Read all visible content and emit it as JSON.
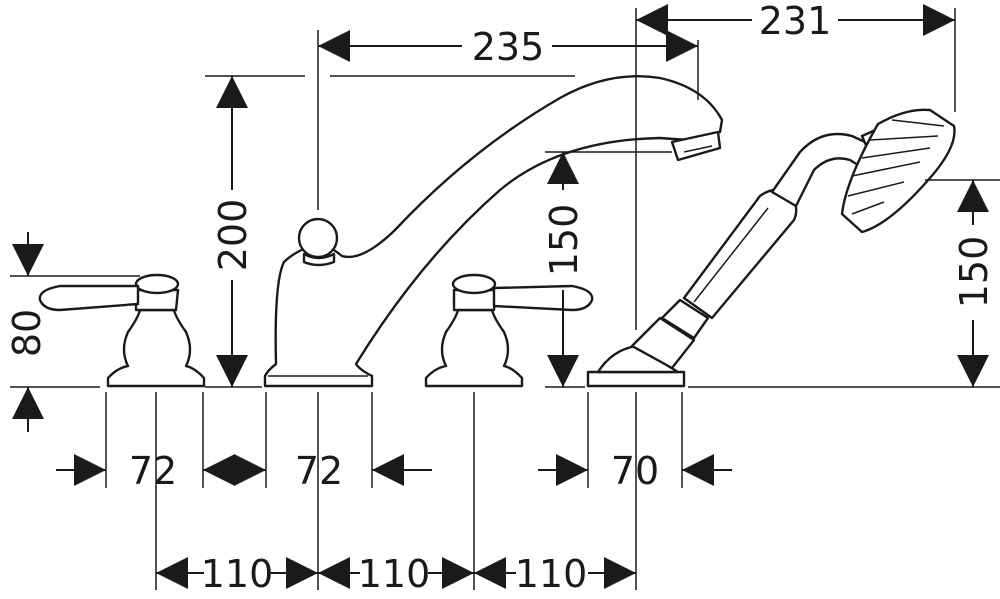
{
  "dimensions": {
    "spout_reach": "235",
    "handshower_reach": "231",
    "spout_height": "200",
    "spout_outlet_height": "150",
    "handshower_height": "150",
    "handle_height": "80",
    "valve_base_left": "72",
    "spout_base": "72",
    "handshower_holder_base": "70",
    "spacing_1": "110",
    "spacing_2": "110",
    "spacing_3": "110"
  }
}
